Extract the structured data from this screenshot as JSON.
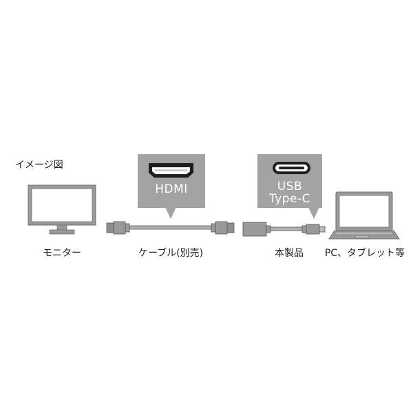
{
  "diagram": {
    "title": "イメージ図",
    "devices": [
      {
        "id": "monitor",
        "label": "モニター"
      },
      {
        "id": "cable",
        "label": "ケーブル(別売)"
      },
      {
        "id": "product",
        "label": "本製品"
      },
      {
        "id": "pc",
        "label": "PC、タブレット等"
      }
    ],
    "callouts": [
      {
        "id": "hdmi",
        "lines": [
          "HDMI"
        ],
        "icon": "hdmi-port-icon"
      },
      {
        "id": "usbc",
        "lines": [
          "USB",
          "Type-C"
        ],
        "icon": "usb-c-port-icon"
      }
    ],
    "colors": {
      "callout_bg": "#a3a3a3",
      "device_gray": "#8a8a8a",
      "device_fill": "#a8a8a8",
      "text": "#222222",
      "background": "#ffffff"
    }
  }
}
